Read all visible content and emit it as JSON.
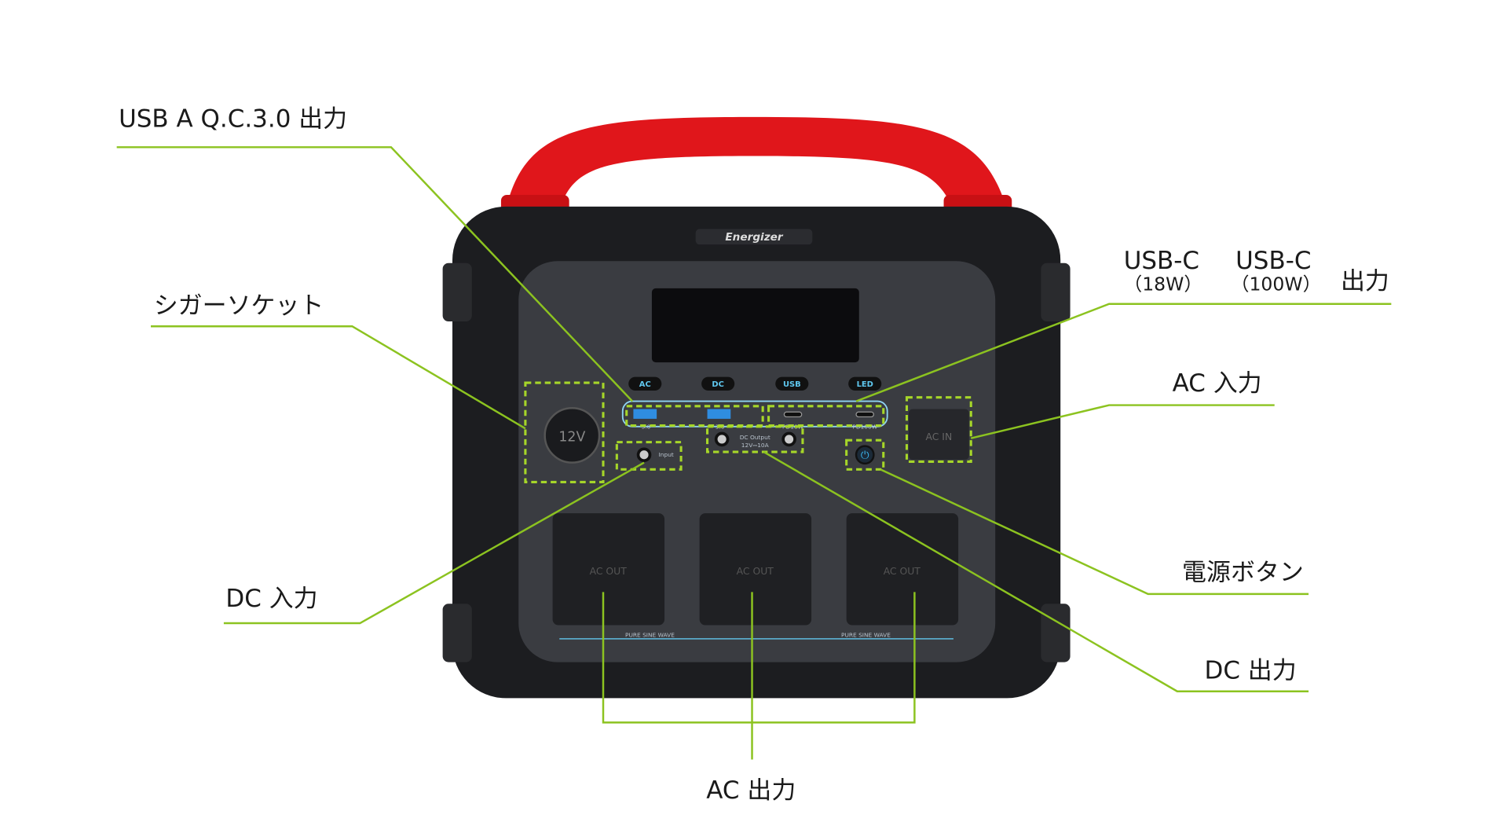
{
  "callouts": {
    "usb_a": "USB A Q.C.3.0 出力",
    "cigar": "シガーソケット",
    "dc_in": "DC 入力",
    "ac_out": "AC 出力",
    "usb_c_18": "USB-C",
    "usb_c_18_sub": "（18W）",
    "usb_c_100": "USB-C",
    "usb_c_100_sub": "（100W）",
    "usb_c_out": "出力",
    "ac_in": "AC 入力",
    "power": "電源ボタン",
    "dc_out": "DC 出力"
  },
  "device": {
    "brand": "Energizer",
    "buttons": [
      "AC",
      "DC",
      "USB",
      "LED"
    ],
    "usb_a_labels": [
      "3.0",
      "3.0"
    ],
    "usb_c_labels": [
      "PD18W",
      "PD100W"
    ],
    "dc_output": "DC Output",
    "dc_output_spec": "12V⎓10A",
    "input": "Input",
    "cigar": "12V",
    "ac_in": "AC IN",
    "ac_out": [
      "AC OUT",
      "AC OUT",
      "AC OUT"
    ],
    "wave": [
      "PURE SINE WAVE",
      "PURE SINE WAVE"
    ]
  },
  "colors": {
    "accent_line": "#8cc320",
    "handle": "#e0161b",
    "body": "#1c1d20"
  }
}
